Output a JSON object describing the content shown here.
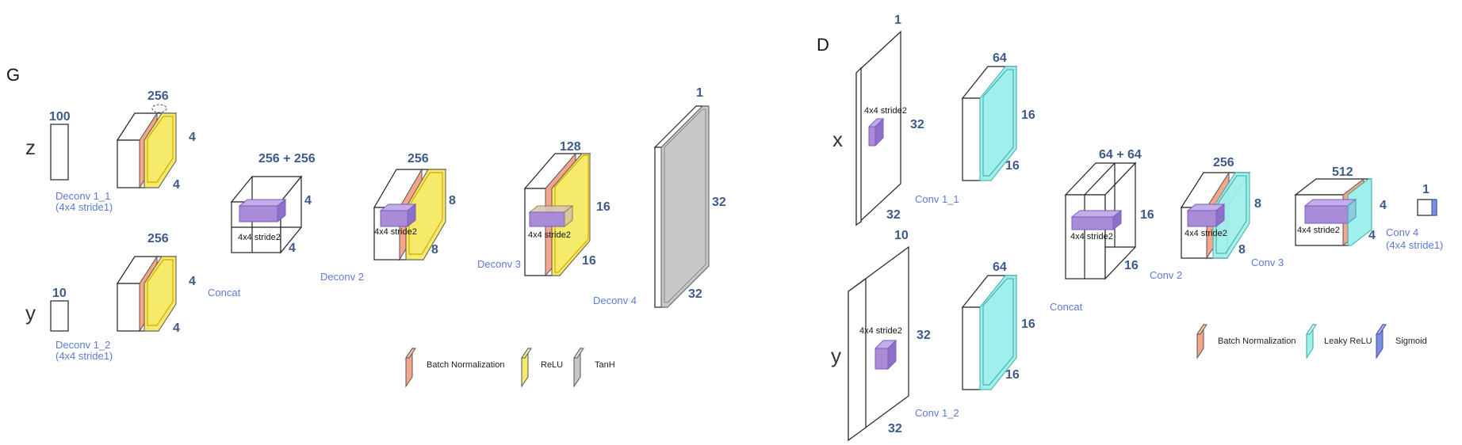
{
  "generator": {
    "panel_label": "G",
    "z_label": "z",
    "y_label": "y",
    "z_size": "100",
    "y_size": "10",
    "deconv1_1": {
      "channels": "256",
      "h": "4",
      "w": "4",
      "name": "Deconv 1_1",
      "params": "(4x4 stride1)"
    },
    "deconv1_2": {
      "channels": "256",
      "h": "4",
      "w": "4",
      "name": "Deconv 1_2",
      "params": "(4x4 stride1)"
    },
    "concat": {
      "channels": "256 + 256",
      "h": "4",
      "w": "4",
      "name": "Concat",
      "kernel": "4x4 stride2"
    },
    "deconv2": {
      "channels": "256",
      "h": "8",
      "w": "8",
      "name": "Deconv 2",
      "kernel": "4x4 stride2"
    },
    "deconv3": {
      "channels": "128",
      "h": "16",
      "w": "16",
      "name": "Deconv 3",
      "kernel": "4x4 stride2"
    },
    "deconv4": {
      "channels": "1",
      "h": "32",
      "w": "32",
      "name": "Deconv 4"
    },
    "legend": [
      "Batch Normalization",
      "ReLU",
      "TanH"
    ]
  },
  "discriminator": {
    "panel_label": "D",
    "x_label": "x",
    "y_label": "y",
    "x_input": {
      "channels": "1",
      "h": "32",
      "w": "32",
      "kernel": "4x4 stride2"
    },
    "y_input": {
      "channels": "10",
      "h": "32",
      "w": "32",
      "kernel": "4x4 stride2"
    },
    "conv1_1": {
      "channels": "64",
      "h": "16",
      "w": "16",
      "name": "Conv 1_1"
    },
    "conv1_2": {
      "channels": "64",
      "h": "16",
      "w": "16",
      "name": "Conv 1_2"
    },
    "concat": {
      "channels": "64 + 64",
      "h": "16",
      "w": "16",
      "name": "Concat",
      "kernel": "4x4 stride2"
    },
    "conv2": {
      "channels": "256",
      "h": "8",
      "w": "8",
      "name": "Conv 2",
      "kernel": "4x4 stride2"
    },
    "conv3": {
      "channels": "512",
      "h": "4",
      "w": "4",
      "name": "Conv 3",
      "kernel": "4x4 stride2"
    },
    "conv4": {
      "channels": "1",
      "name": "Conv 4",
      "params": "(4x4 stride1)"
    },
    "legend": [
      "Batch Normalization",
      "Leaky ReLU",
      "Sigmoid"
    ]
  },
  "colors": {
    "batch_norm": "#f4a58a",
    "relu": "#f5ea6a",
    "tanh": "#c8c8c8",
    "leaky_relu": "#9ff0ec",
    "sigmoid": "#7b8ee0",
    "kernel": "#a98bd8",
    "dim_text": "#3d5a8a",
    "op_text": "#5b7bd5"
  }
}
